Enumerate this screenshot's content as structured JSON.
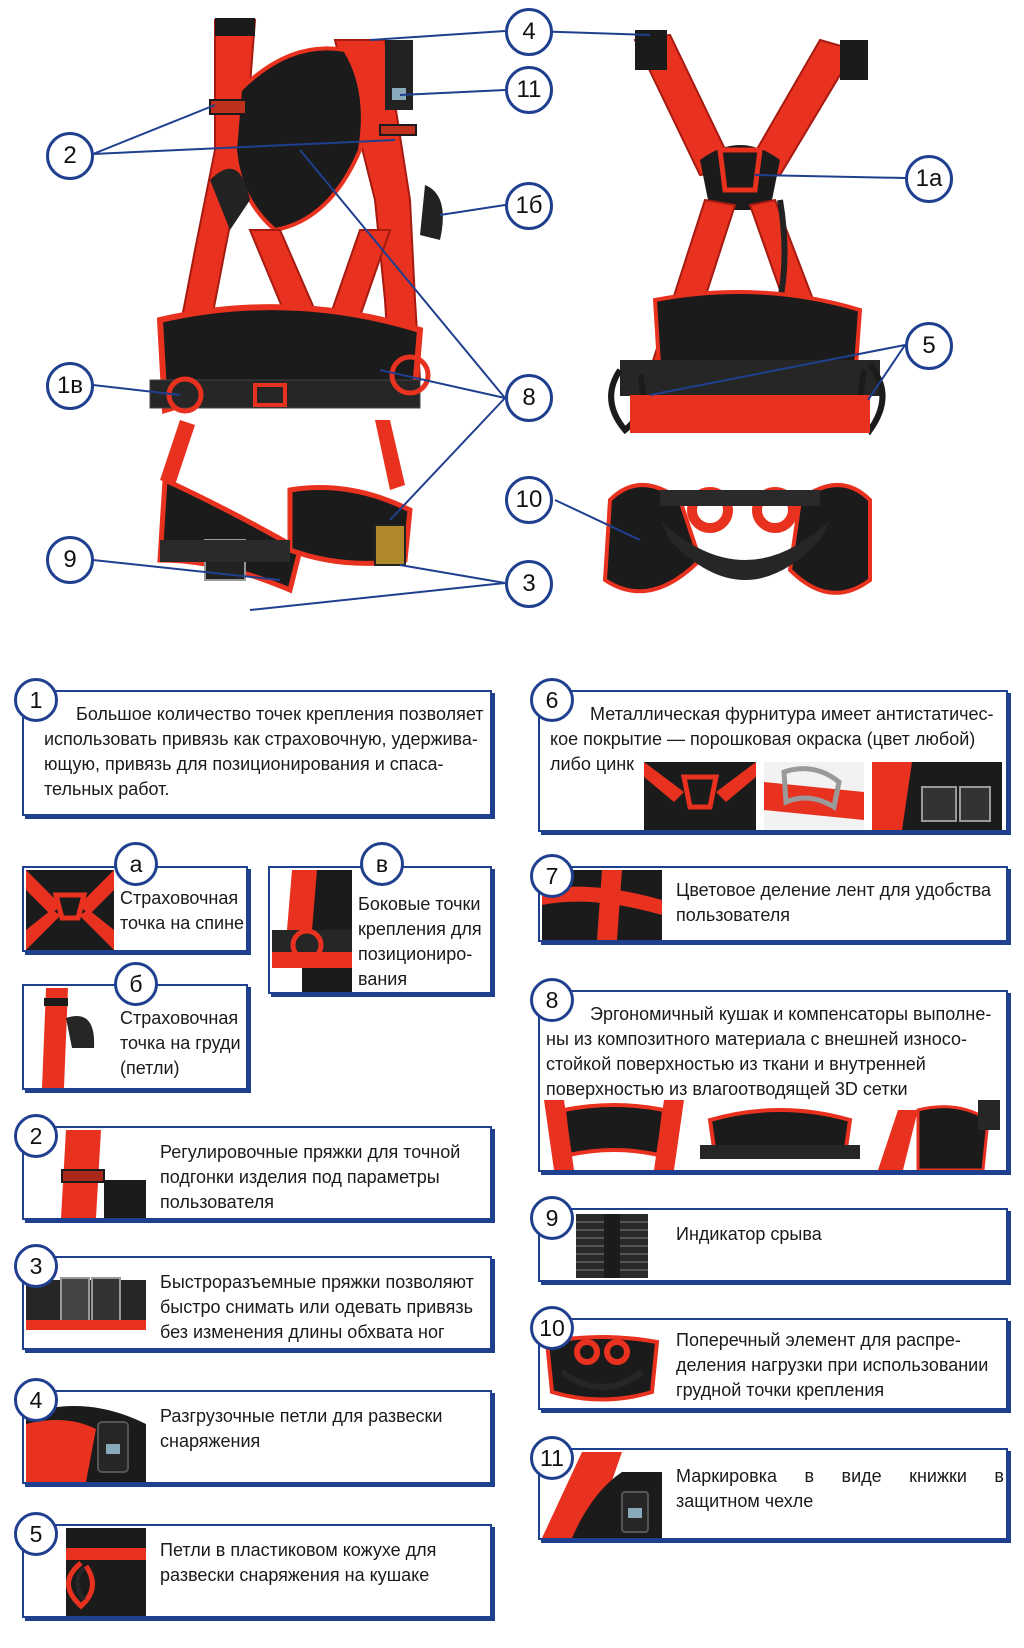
{
  "callouts": {
    "c4": "4",
    "c11": "11",
    "c2": "2",
    "c1a": "1а",
    "c1b": "1б",
    "c5": "5",
    "c1v": "1в",
    "c8": "8",
    "c10": "10",
    "c9": "9",
    "c3": "3"
  },
  "features": {
    "f1": {
      "num": "1",
      "lines": [
        "Большое количество точек крепления позволяет",
        "использовать привязь как страховочную, удержива-",
        "ющую, привязь для позиционирования и спаса-",
        "тельных работ."
      ]
    },
    "fa": {
      "num": "а",
      "lines": [
        "Страховочная",
        "точка на спине"
      ]
    },
    "fv": {
      "num": "в",
      "lines": [
        "Боковые точки",
        "крепления для",
        "позициониро-",
        "вания"
      ]
    },
    "fb": {
      "num": "б",
      "lines": [
        "Страховочная",
        "точка на груди",
        "(петли)"
      ]
    },
    "f2": {
      "num": "2",
      "lines": [
        "Регулировочные пряжки для точной",
        "подгонки изделия под параметры",
        "пользователя"
      ]
    },
    "f3": {
      "num": "3",
      "lines": [
        "Быстроразъемные пряжки позволяют",
        "быстро снимать или одевать привязь",
        "без изменения длины обхвата ног"
      ]
    },
    "f4": {
      "num": "4",
      "lines": [
        "Разгрузочные петли для развески",
        "снаряжения"
      ]
    },
    "f5": {
      "num": "5",
      "lines": [
        "Петли в пластиковом кожухе для",
        "развески снаряжения на кушаке"
      ]
    },
    "f6": {
      "num": "6",
      "lines": [
        "Металлическая фурнитура имеет антистатичес-",
        "кое покрытие — порошковая окраска (цвет любой)",
        "либо цинк"
      ]
    },
    "f7": {
      "num": "7",
      "lines": [
        "Цветовое деление лент для удобства",
        "пользователя"
      ]
    },
    "f8": {
      "num": "8",
      "lines": [
        "Эргономичный кушак и компенсаторы выполне-",
        "ны из композитного материала с внешней износо-",
        "стойкой поверхностью из ткани и внутренней",
        "поверхностью из влагоотводящей 3D сетки"
      ]
    },
    "f9": {
      "num": "9",
      "lines": [
        "Индикатор срыва"
      ]
    },
    "f10": {
      "num": "10",
      "lines": [
        "Поперечный элемент для распре-",
        "деления нагрузки при использовании",
        "грудной точки крепления"
      ]
    },
    "f11": {
      "num": "11",
      "lines": [
        "Маркировка в виде книжки в",
        "защитном чехле"
      ]
    }
  },
  "colors": {
    "border": "#1f3f8f",
    "strap_red": "#e8321f",
    "pad_black": "#1b1b1b"
  }
}
